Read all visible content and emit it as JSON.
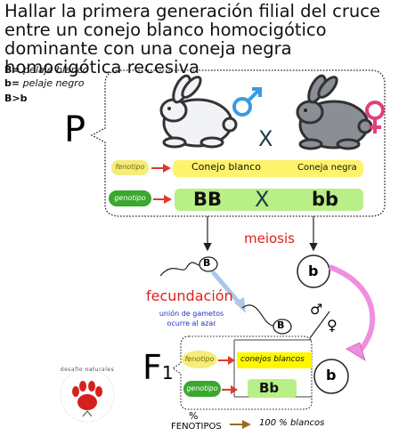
{
  "title": "Hallar la primera generación filial del cruce entre un conejo blanco homocigótico dominante con una coneja negra homocigótica recesiva",
  "key": {
    "line1_sym": "B=",
    "line1_txt": "pelaje blanco",
    "line2_sym": "b=",
    "line2_txt": "pelaje negro",
    "line3": "B>b"
  },
  "p_generation": {
    "label": "P",
    "male_symbol": "♂",
    "female_symbol": "♀",
    "cross_symbol": "X",
    "fenotipo_label": "fenotipo",
    "genotipo_label": "genotipo",
    "phenotype_male": "Conejo blanco",
    "phenotype_female": "Coneja negra",
    "genotype_male": "BB",
    "genotype_female": "bb",
    "genotype_cross": "X"
  },
  "meiosis_label": "meiosis",
  "fecundacion_label": "fecundación",
  "union_note_1": "unión de gametos",
  "union_note_2": "ocurre al azar",
  "gametes": {
    "male": "B",
    "male2": "B",
    "female": "b",
    "female2": "b"
  },
  "punnett": {
    "male_symbol": "♂",
    "female_symbol": "♀"
  },
  "f1": {
    "label_f": "F",
    "label_sub": "1",
    "fenotipo_label": "fenotipo",
    "genotipo_label": "genotipo",
    "phenotype": "conejos blancos",
    "genotype": "Bb"
  },
  "fenotipos": {
    "percent_sign": "%",
    "label": "FENOTIPOS",
    "result": "100 % blancos"
  },
  "logo_text": "desafío naturales",
  "colors": {
    "red_text": "#e02020",
    "blue_text": "#2030c0",
    "yellow_pill": "#f5ec7a",
    "green_pill": "#3aa82e",
    "arrow_red": "#e23a2a",
    "pink_arrow": "#f08ee0"
  }
}
